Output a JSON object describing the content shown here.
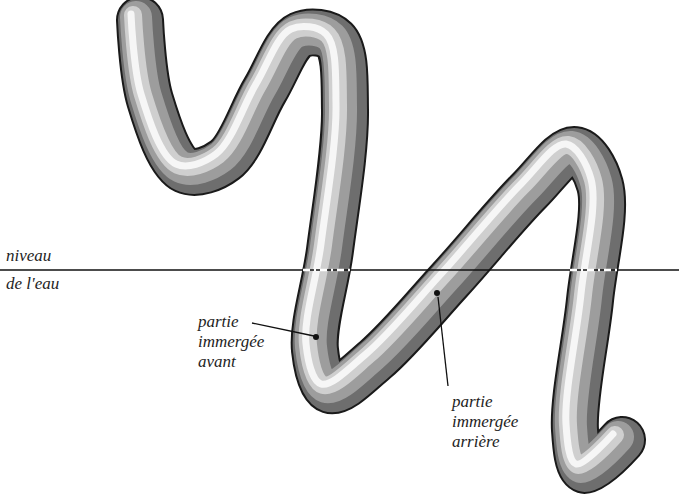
{
  "diagram": {
    "labels": [
      "niveau de l'eau",
      "partie immergée avant",
      "partie immergée arrière"
    ]
  }
}
